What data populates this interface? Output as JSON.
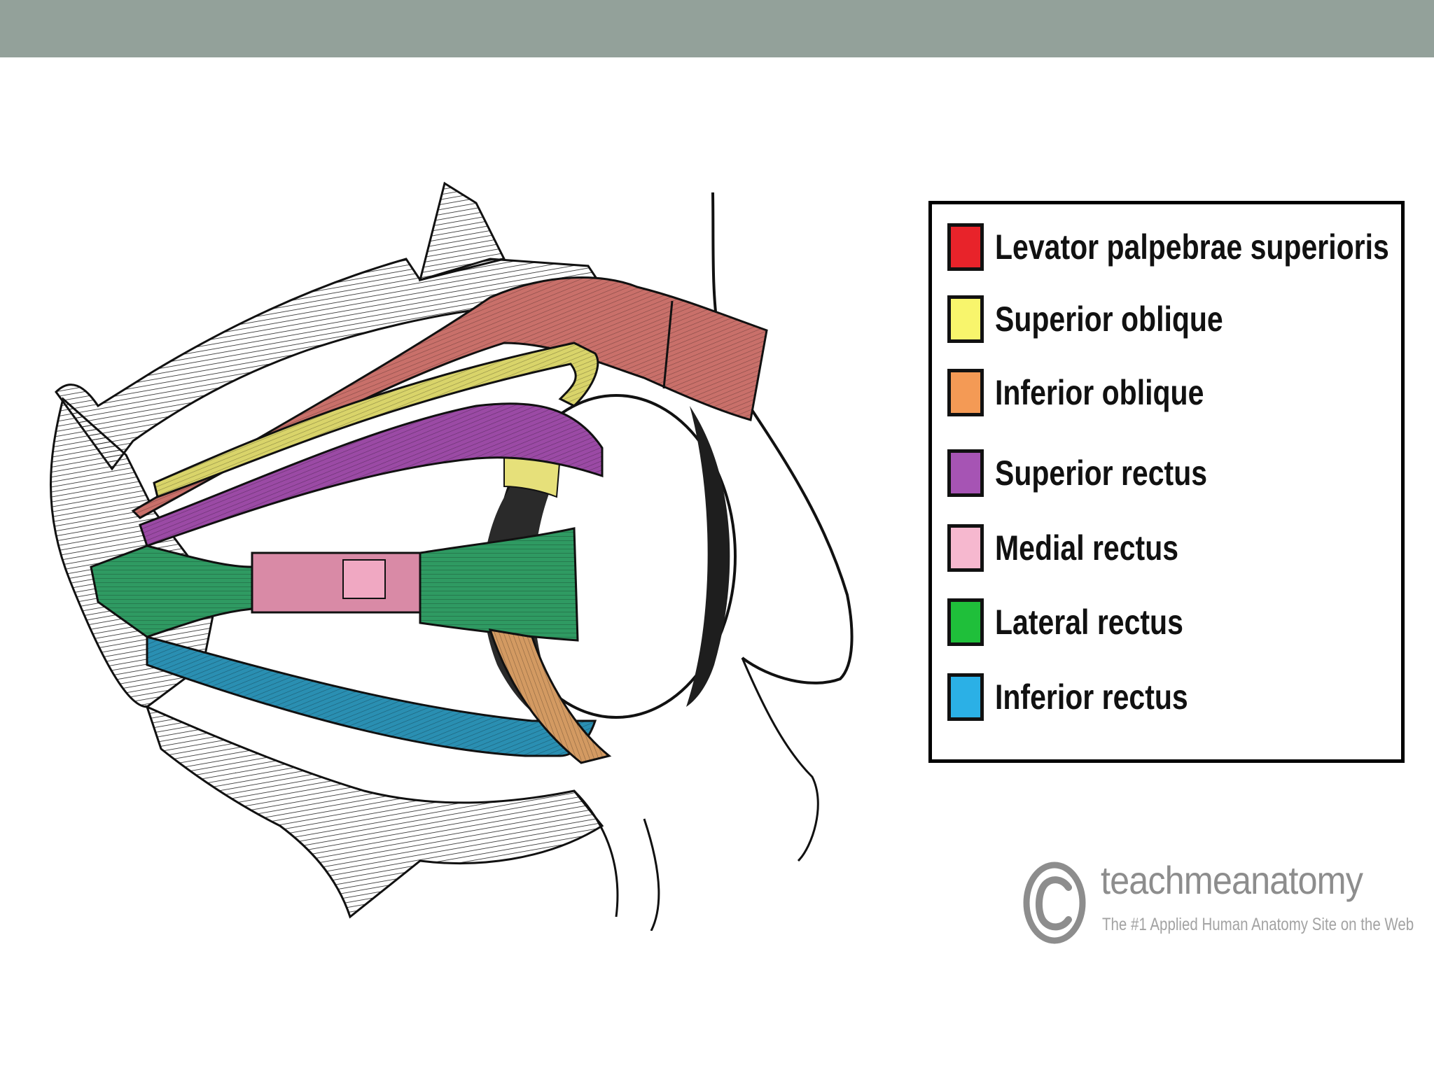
{
  "legend": {
    "items": [
      {
        "label": "Levator palpebrae superioris",
        "color": "#e8232a"
      },
      {
        "label": "Superior oblique",
        "color": "#f8f56c"
      },
      {
        "label": "Inferior oblique",
        "color": "#f49a55"
      },
      {
        "label": "Superior rectus",
        "color": "#a654b4"
      },
      {
        "label": "Medial rectus",
        "color": "#f6b8cf"
      },
      {
        "label": "Lateral rectus",
        "color": "#1fbf3a"
      },
      {
        "label": "Inferior rectus",
        "color": "#2bb0e6"
      }
    ]
  },
  "watermark": {
    "brand": "teachmeanatomy",
    "tagline": "The #1 Applied Human Anatomy Site on the Web"
  },
  "colors": {
    "header_bar": "#93a19a",
    "levator": "#c9706a",
    "superior_oblique": "#d9d46a",
    "inferior_oblique": "#d39a62",
    "superior_rectus": "#9b4aa5",
    "medial_rectus": "#d98aa6",
    "lateral_rectus": "#2f9a62",
    "inferior_rectus": "#2a8fb2"
  }
}
